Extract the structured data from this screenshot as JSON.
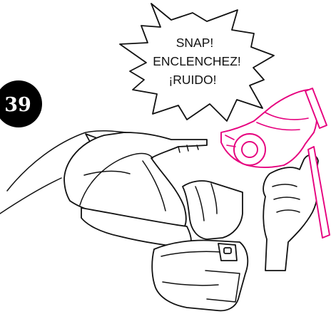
{
  "step": {
    "number": "39"
  },
  "callout": {
    "lines": [
      "SNAP!",
      "ENCLENCHEZ!",
      "¡RUIDO!"
    ]
  },
  "colors": {
    "highlight_part": "#e6007e",
    "ink": "#111111",
    "badge": "#000000"
  }
}
